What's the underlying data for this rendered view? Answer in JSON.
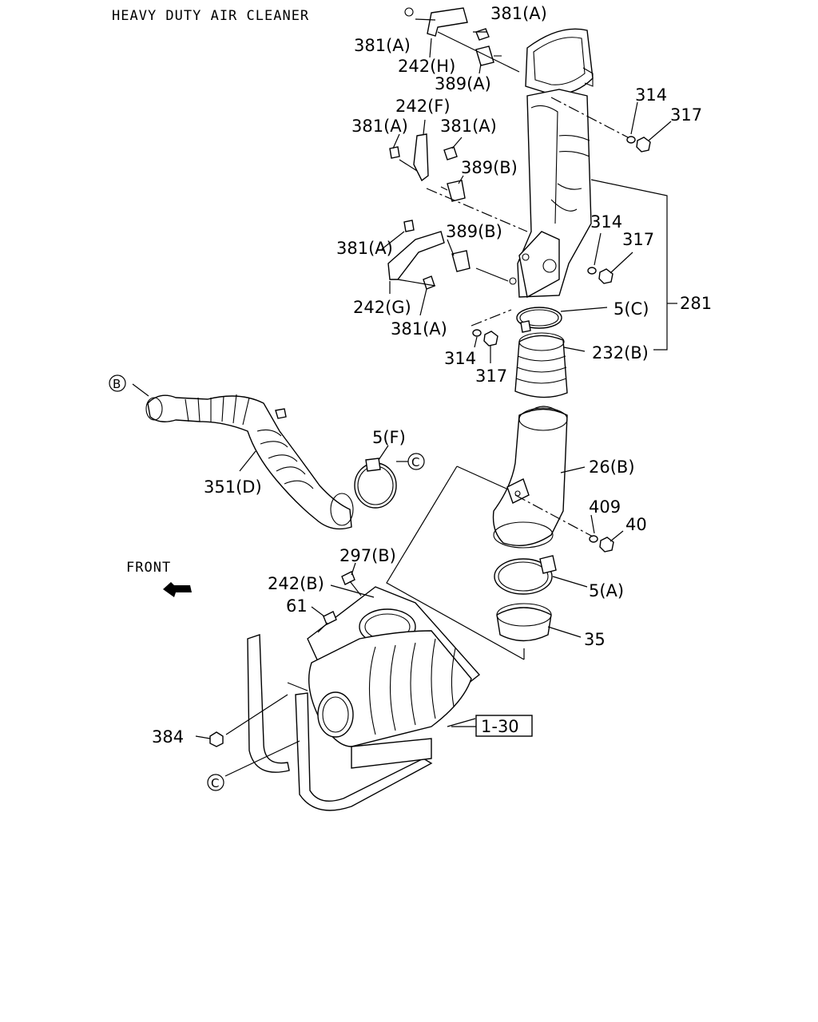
{
  "title": "HEAVY DUTY AIR CLEANER",
  "front_label": "FRONT",
  "ref_box": "1-30",
  "callouts": {
    "b": "B",
    "c1": "C",
    "c2": "C"
  },
  "labels": [
    "381(A)",
    "381(A)",
    "242(H)",
    "389(A)",
    "242(F)",
    "381(A)",
    "381(A)",
    "389(B)",
    "314",
    "317",
    "381(A)",
    "389(B)",
    "314",
    "317",
    "242(G)",
    "381(A)",
    "5(C)",
    "281",
    "232(B)",
    "314",
    "317",
    "5(F)",
    "351(D)",
    "26(B)",
    "409",
    "40",
    "297(B)",
    "242(B)",
    "61",
    "5(A)",
    "35",
    "384"
  ]
}
